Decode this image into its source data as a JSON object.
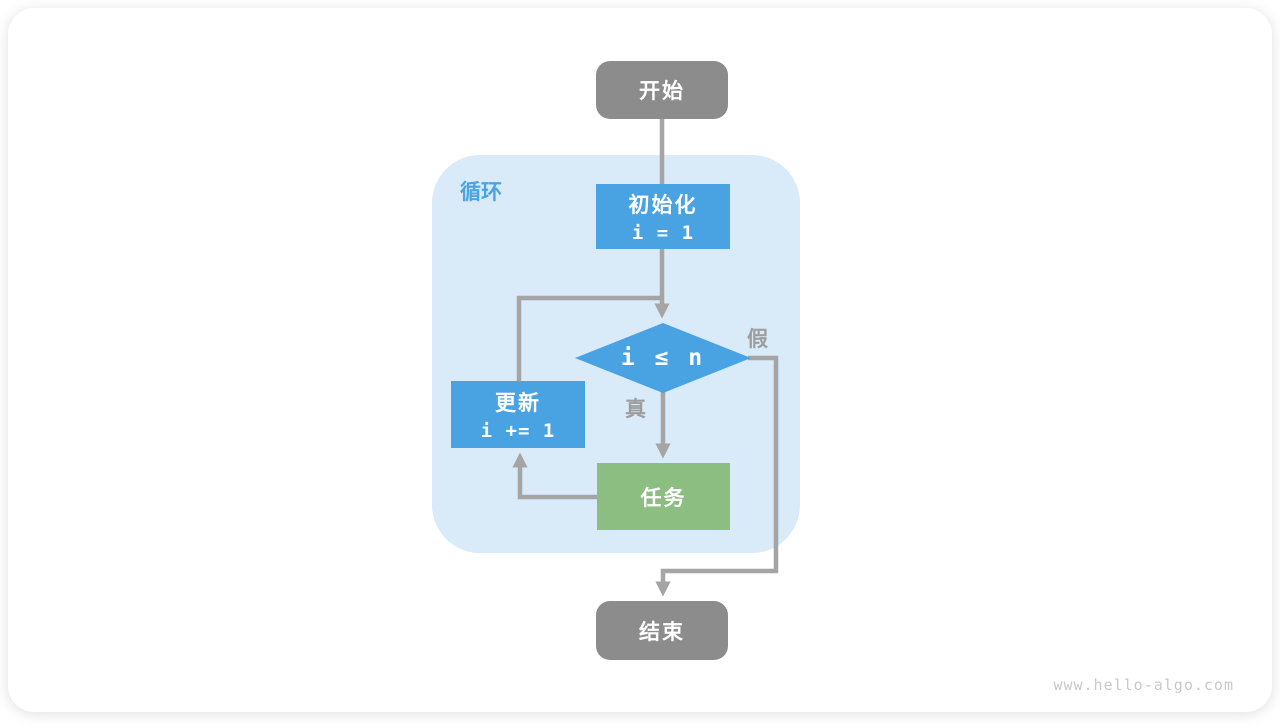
{
  "page": {
    "watermark": "www.hello-algo.com"
  },
  "colors": {
    "terminal_gray": "#8c8c8c",
    "process_blue": "#49a3e2",
    "task_green": "#8cbe82",
    "loop_container_bg": "#d9eaf8",
    "loop_label_blue": "#4aa3e3",
    "connector_gray": "#a5a5a5",
    "branch_label_gray": "#9d9d9d",
    "watermark_gray": "#c9c9c9"
  },
  "diagram": {
    "type": "flowchart",
    "nodes": {
      "start": {
        "label": "开始",
        "shape": "rounded-rect",
        "color": "gray"
      },
      "loop": {
        "label": "循环",
        "shape": "container",
        "color": "light-blue"
      },
      "init": {
        "title": "初始化",
        "code": "i = 1",
        "shape": "rect",
        "color": "blue"
      },
      "condition": {
        "code": "i ≤ n",
        "shape": "diamond",
        "color": "blue"
      },
      "update": {
        "title": "更新",
        "code": "i += 1",
        "shape": "rect",
        "color": "blue"
      },
      "task": {
        "label": "任务",
        "shape": "rect",
        "color": "green"
      },
      "end": {
        "label": "结束",
        "shape": "rounded-rect",
        "color": "gray"
      }
    },
    "edge_labels": {
      "true_label": "真",
      "false_label": "假"
    },
    "edges": [
      {
        "from": "start",
        "to": "init"
      },
      {
        "from": "init",
        "to": "condition"
      },
      {
        "from": "condition",
        "to": "task",
        "label": "真"
      },
      {
        "from": "task",
        "to": "update"
      },
      {
        "from": "update",
        "to": "condition"
      },
      {
        "from": "condition",
        "to": "end",
        "label": "假"
      }
    ]
  }
}
